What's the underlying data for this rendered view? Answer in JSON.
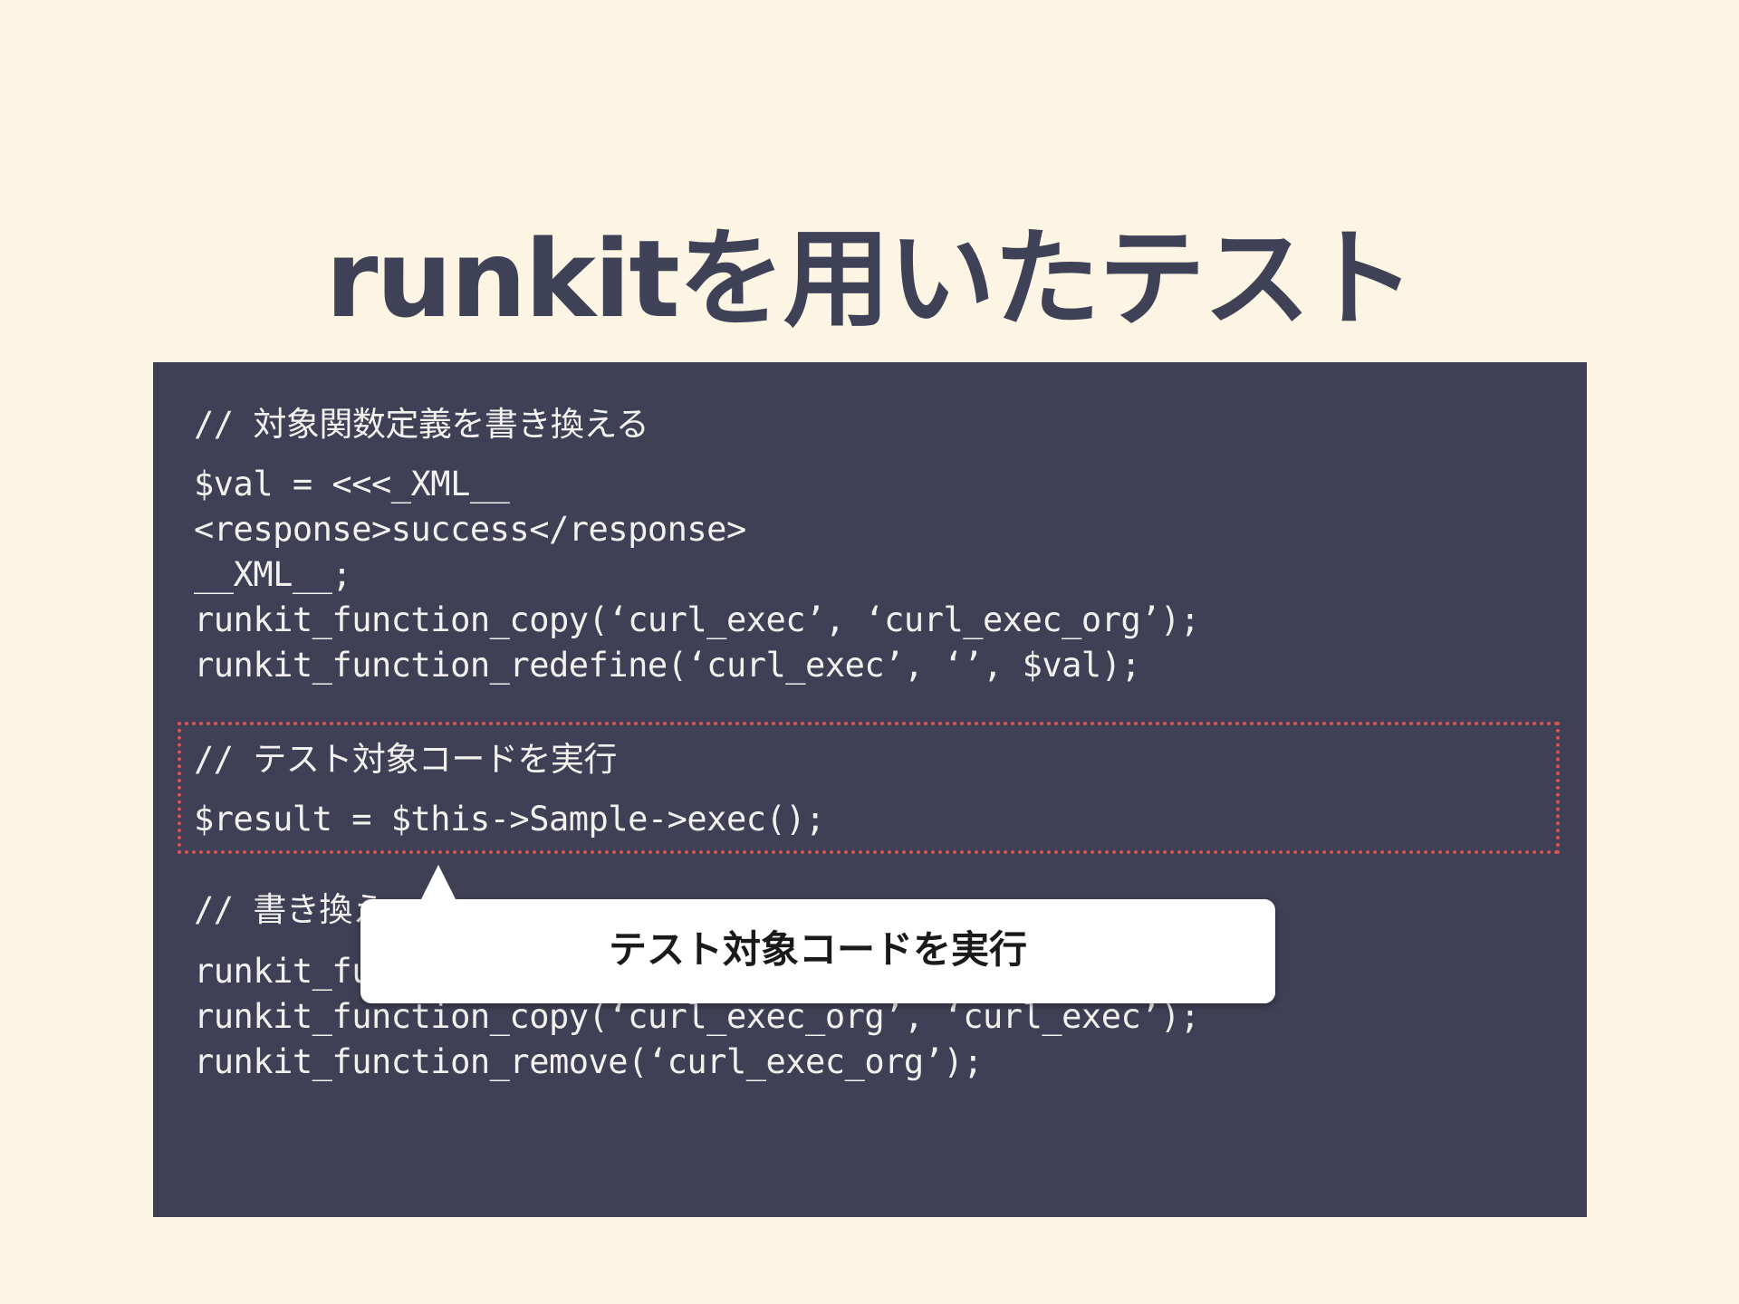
{
  "slide": {
    "title": "runkitを用いたテスト"
  },
  "code": {
    "block1": {
      "comment": "// 対象関数定義を書き換える",
      "lines": [
        "$val = <<<_XML__",
        "<response>success</response>",
        "__XML__;",
        "runkit_function_copy(‘curl_exec’, ‘curl_exec_org’);",
        "runkit_function_redefine(‘curl_exec’, ‘’, $val);"
      ]
    },
    "block2": {
      "comment": "// テスト対象コードを実行",
      "lines": [
        "$result = $this->Sample->exec();"
      ]
    },
    "block3": {
      "comment": "// 書き換え",
      "lines": [
        "runkit_fu",
        "runkit_function_copy(‘curl_exec_org’, ‘curl_exec’);",
        "runkit_function_remove(‘curl_exec_org’);"
      ]
    }
  },
  "callout": {
    "text": "テスト対象コードを実行"
  },
  "colors": {
    "background": "#fdf5e4",
    "panel": "#3f4055",
    "title": "#3f4157",
    "code_text": "#f3f1ee",
    "highlight_border": "#d9534f",
    "callout_bg": "#ffffff"
  }
}
